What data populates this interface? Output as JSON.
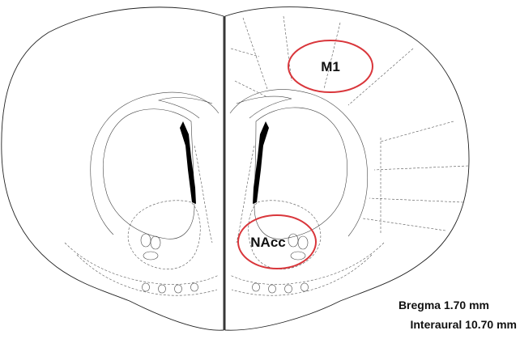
{
  "regions": [
    {
      "label": "M1"
    },
    {
      "label": "NAcc"
    }
  ],
  "coordinates": {
    "bregma": "Bregma 1.70 mm",
    "interaural": "Interaural 10.70 mm"
  },
  "colors": {
    "roi_outline": "#d9363b",
    "line": "#222222"
  }
}
